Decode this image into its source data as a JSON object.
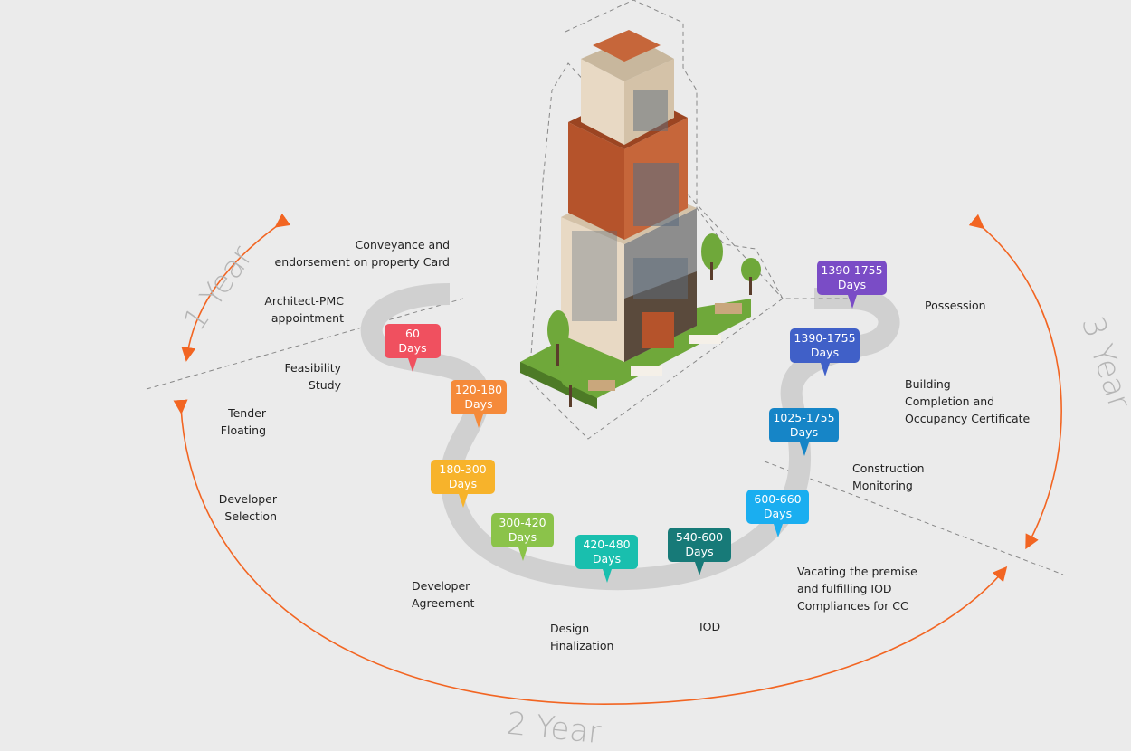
{
  "years": {
    "one": "1 Year",
    "two": "2 Year",
    "three": "3 Year"
  },
  "arrow_color": "#f26522",
  "milestones": [
    {
      "days": "60",
      "unit": "Days",
      "color": "#f0505f",
      "label": [
        "Architect-PMC",
        "appointment"
      ]
    },
    {
      "days": "120-180",
      "unit": "Days",
      "color": "#f58a3a",
      "label": [
        "Feasibility",
        "Study"
      ]
    },
    {
      "days": "180-300",
      "unit": "Days",
      "color": "#f7b32b",
      "label": [
        "Tender",
        "Floating"
      ]
    },
    {
      "days": "300-420",
      "unit": "Days",
      "color": "#8bc34a",
      "label": [
        "Developer",
        "Selection"
      ]
    },
    {
      "days": "420-480",
      "unit": "Days",
      "color": "#19bfae",
      "label": [
        "Developer",
        "Agreement"
      ]
    },
    {
      "days": "540-600",
      "unit": "Days",
      "color": "#177a78",
      "label": [
        "Design",
        "Finalization"
      ]
    },
    {
      "days": "600-660",
      "unit": "Days",
      "color": "#1aaef0",
      "label": [
        "IOD"
      ]
    },
    {
      "days": "1025-1755",
      "unit": "Days",
      "color": "#1685c7",
      "label": [
        "Vacating the premise",
        "and fulfilling IOD",
        "Compliances for CC"
      ]
    },
    {
      "days": "1390-1755",
      "unit": "Days",
      "color": "#4060c8",
      "label": [
        "Construction",
        "Monitoring"
      ]
    },
    {
      "days": "1390-1755",
      "unit": "Days",
      "color": "#7a4cc6",
      "label": [
        "Building",
        "Completion and",
        "Occupancy Certificate"
      ]
    }
  ],
  "extra_labels": {
    "conveyance": [
      "Conveyance and",
      "endorsement on property Card"
    ],
    "possession": "Possession"
  }
}
